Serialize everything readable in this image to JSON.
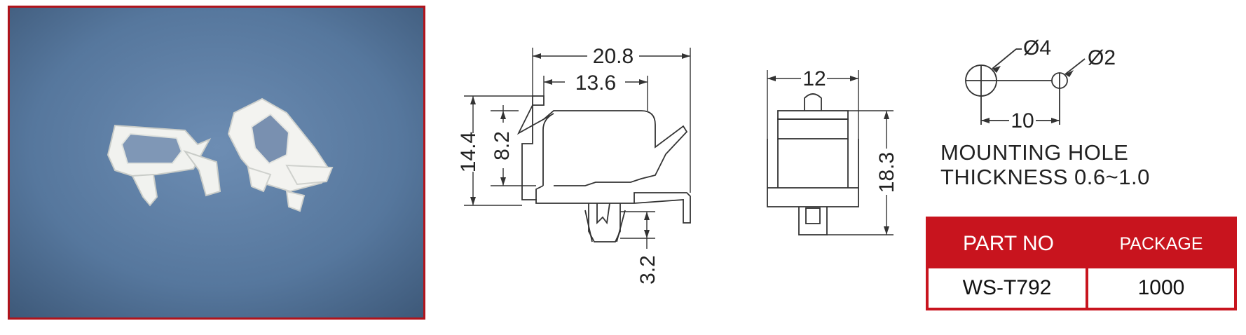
{
  "colors": {
    "accent_red": "#c8141e",
    "photo_background": "#5a7aa0",
    "part_color": "#eef0ee",
    "line_color": "#333333"
  },
  "photo": {
    "subject": "two white nylon mounting clips"
  },
  "drawing": {
    "side_view": {
      "overall_width": "20.8",
      "inner_width": "13.6",
      "overall_height": "14.4",
      "inner_height": "8.2",
      "pin_length": "3.2"
    },
    "front_view": {
      "width": "12",
      "height": "18.3"
    },
    "mounting_hole": {
      "large_diameter": "Ø4",
      "small_diameter": "Ø2",
      "hole_spacing": "10"
    }
  },
  "notes": {
    "line1": "MOUNTING  HOLE",
    "line2": "THICKNESS  0.6~1.0"
  },
  "parts_table": {
    "header_part_no": "PART NO",
    "header_package": "PACKAGE",
    "part_no": "WS-T792",
    "package": "1000"
  }
}
